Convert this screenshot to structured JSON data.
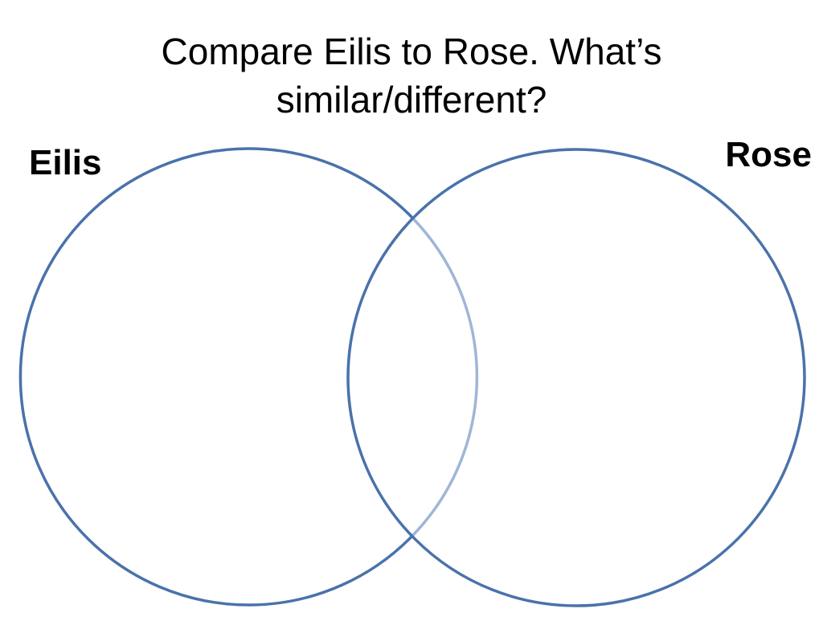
{
  "slide": {
    "title": "Compare Eilis to Rose. What’s similar/different?",
    "left_label": "Eilis",
    "right_label": "Rose"
  },
  "colors": {
    "circle_stroke": "#4a72ab",
    "overlap_arc_stroke": "#9fb6d6",
    "background": "#ffffff",
    "text": "#000000"
  }
}
